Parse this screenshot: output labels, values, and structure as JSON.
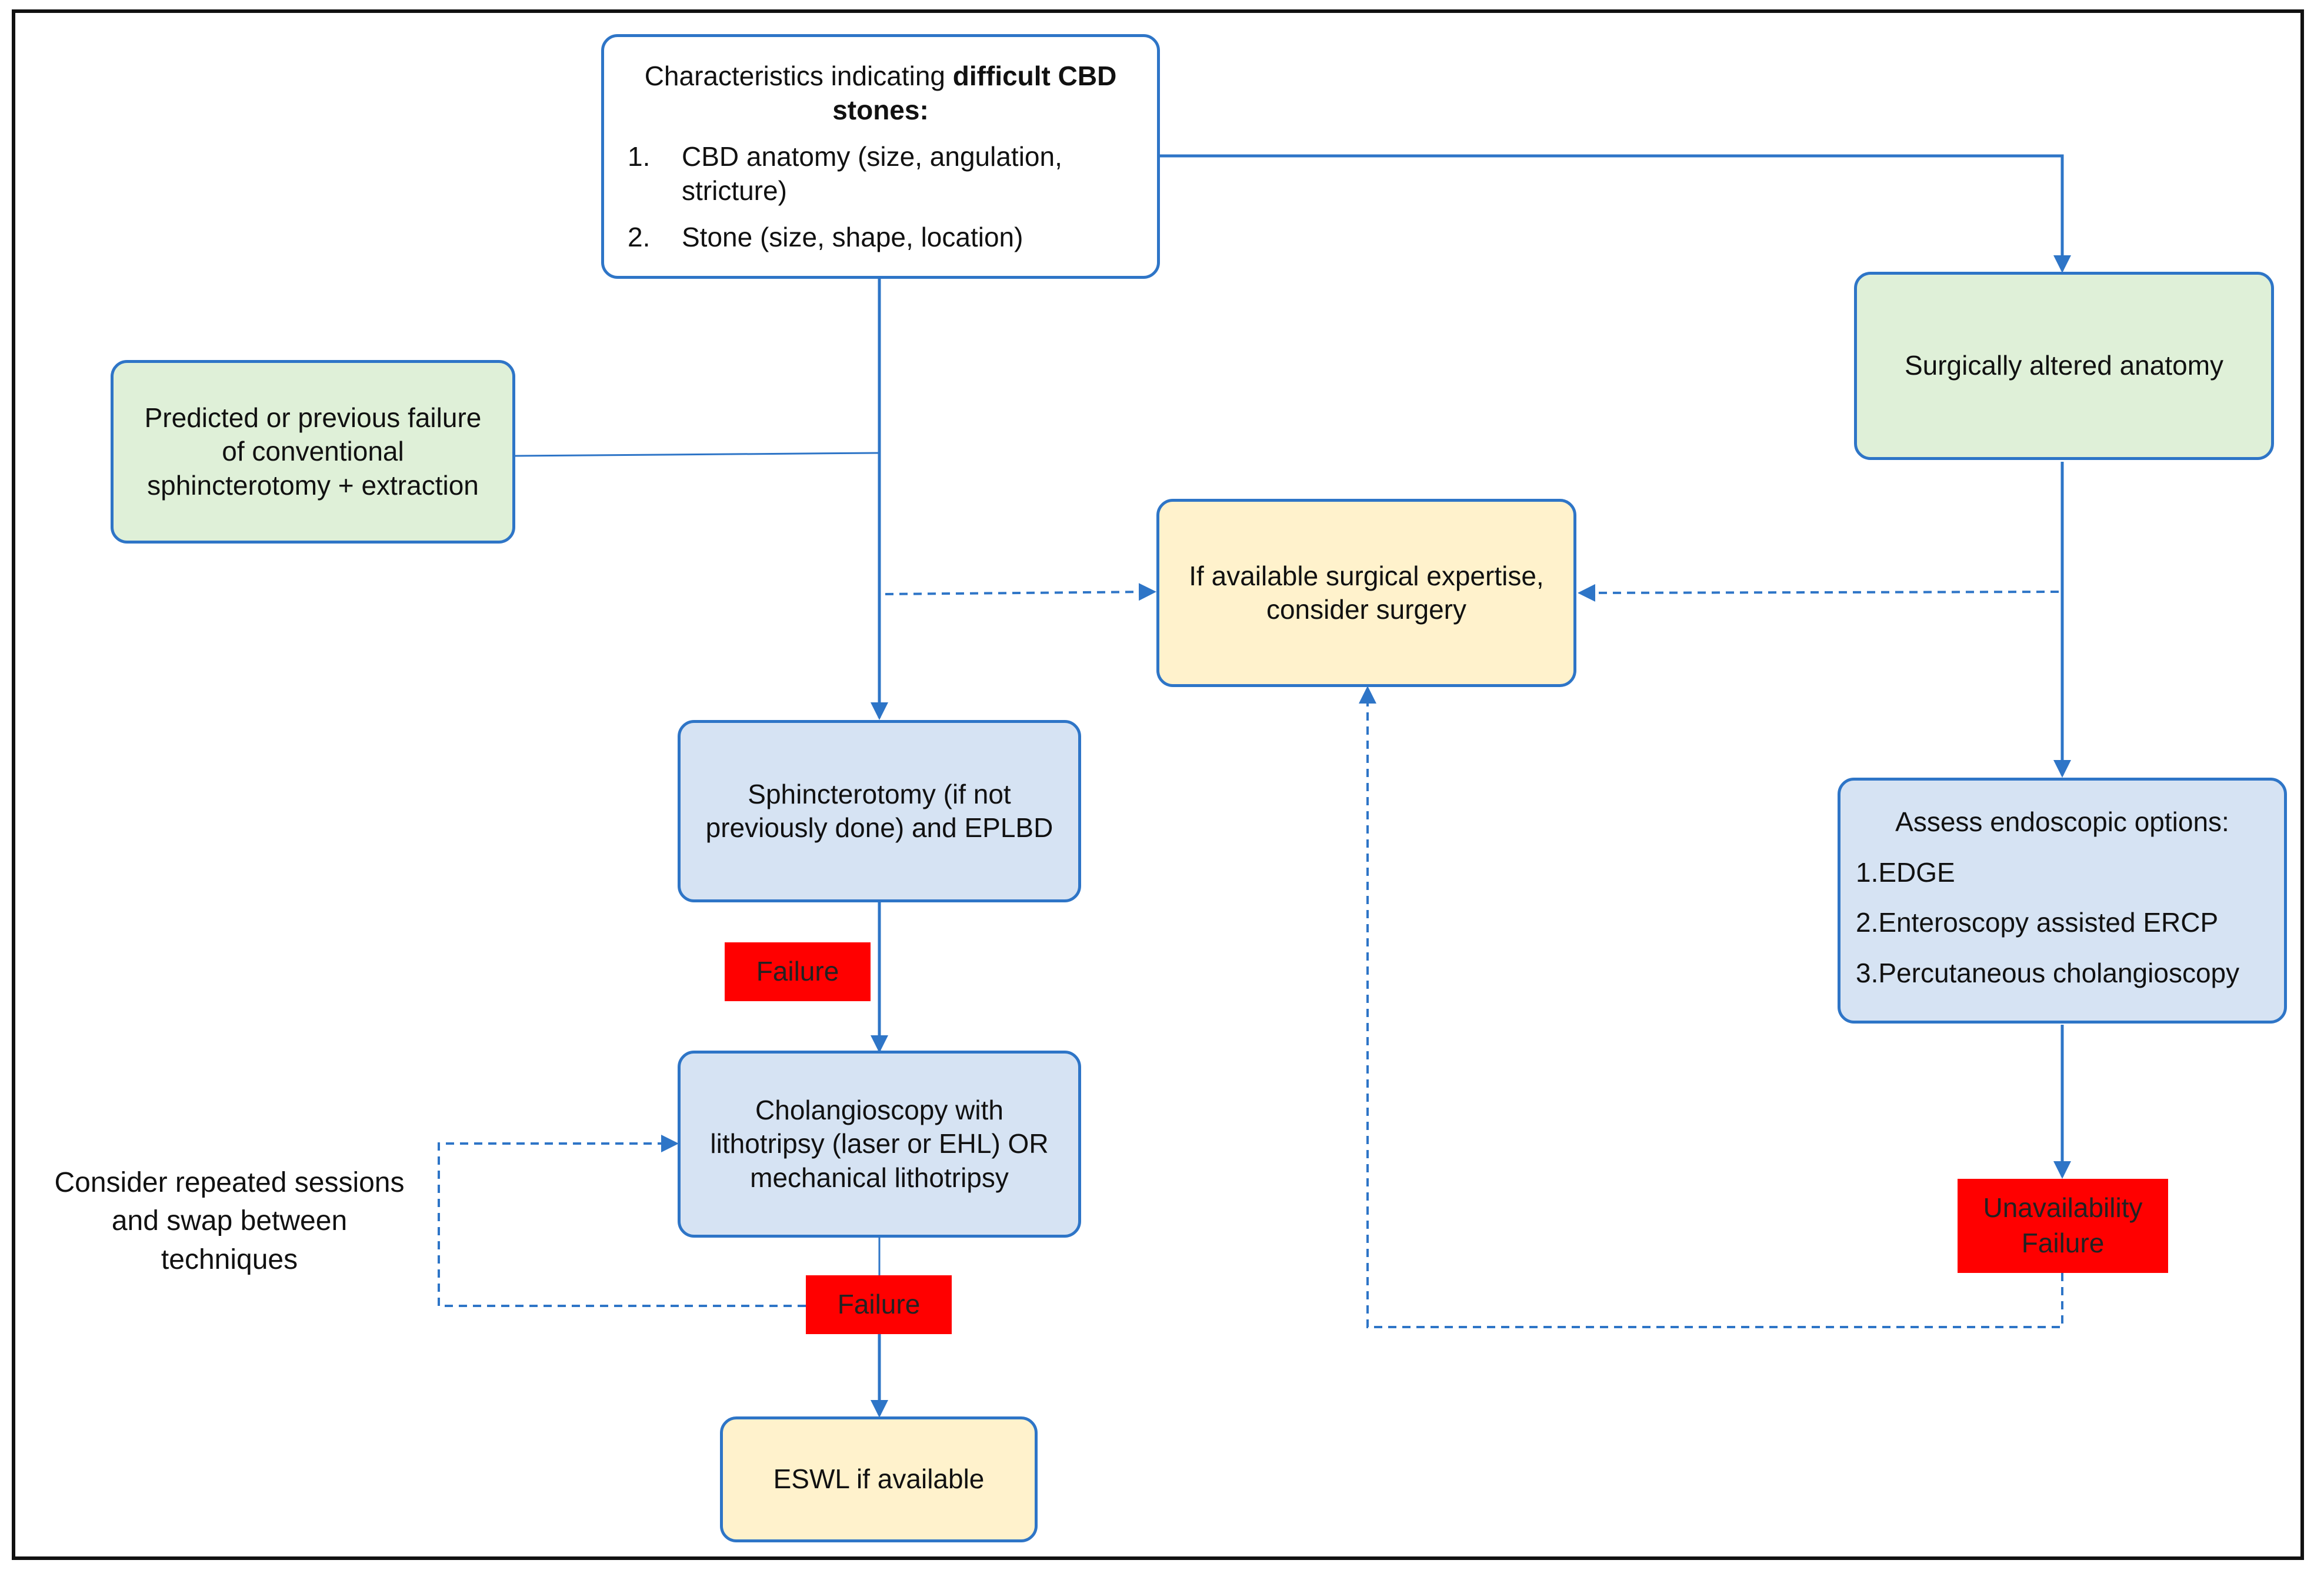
{
  "nodes": {
    "characteristics": {
      "title_prefix": "Characteristics indicating ",
      "title_bold": "difficult CBD stones:",
      "items": [
        {
          "num": "1.",
          "text": "CBD anatomy (size, angulation, stricture)"
        },
        {
          "num": "2.",
          "text": "Stone (size, shape, location)"
        }
      ]
    },
    "predicted_failure": "Predicted or previous failure of conventional sphincterotomy + extraction",
    "surgically_altered": "Surgically altered anatomy",
    "surgery": "If available surgical expertise, consider surgery",
    "sphincterotomy": "Sphincterotomy (if not previously done) and EPLBD",
    "failure_1": "Failure",
    "cholangioscopy": "Cholangioscopy with lithotripsy (laser or EHL) OR mechanical lithotripsy",
    "repeat_note": "Consider repeated sessions and swap between techniques",
    "failure_2": "Failure",
    "eswl": "ESWL if available",
    "endoscopic": {
      "heading": "Assess endoscopic options:",
      "options": [
        "1.EDGE",
        "2.Enteroscopy assisted ERCP",
        "3.Percutaneous cholangioscopy"
      ]
    },
    "unavailability": {
      "line1": "Unavailability",
      "line2": "Failure"
    }
  },
  "colors": {
    "border_blue": "#2e75c7",
    "fill_green": "#dff0d8",
    "fill_yellow": "#fff2cc",
    "fill_blue": "#d6e3f3",
    "fill_red": "#ff0000"
  }
}
